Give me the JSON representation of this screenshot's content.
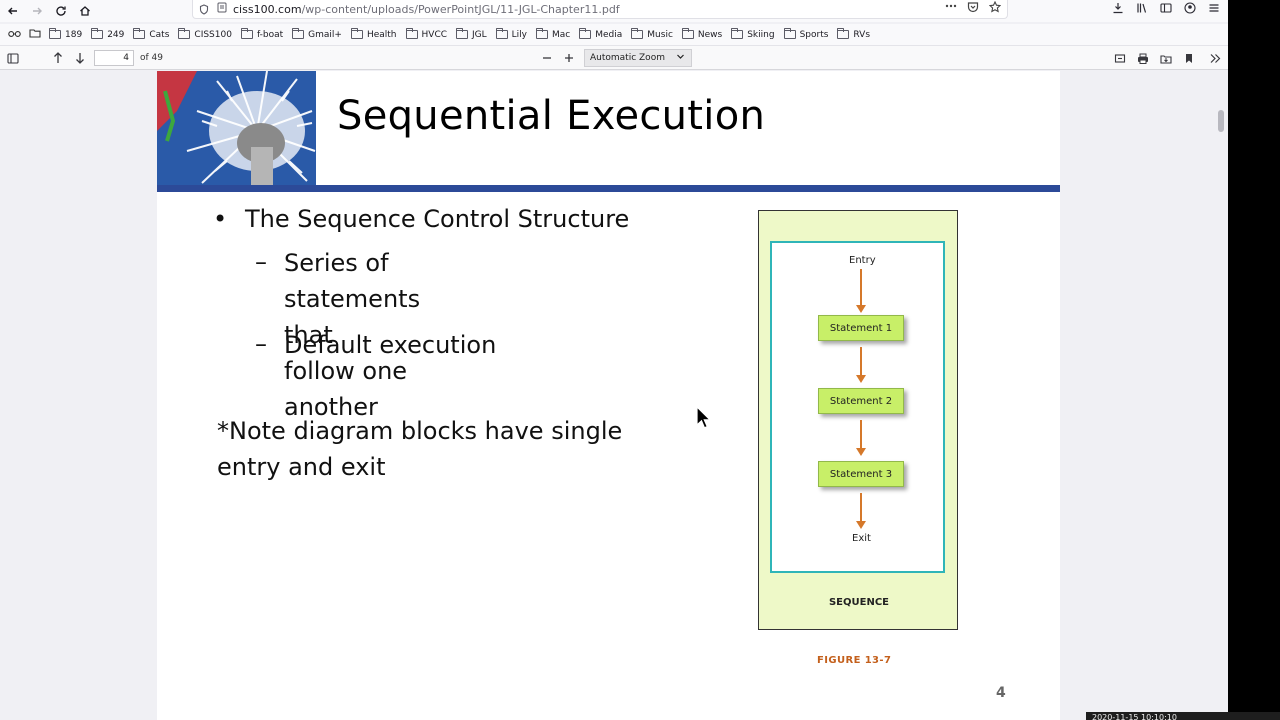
{
  "browser": {
    "url_host": "ciss100.com",
    "url_path": "/wp-content/uploads/PowerPointJGL/11-JGL-Chapter11.pdf",
    "bookmarks": [
      "189",
      "249",
      "Cats",
      "CISS100",
      "f-boat",
      "Gmail+",
      "Health",
      "HVCC",
      "JGL",
      "Lily",
      "Mac",
      "Media",
      "Music",
      "News",
      "Skiing",
      "Sports",
      "RVs"
    ]
  },
  "pdf_toolbar": {
    "page_current": "4",
    "page_total": "of 49",
    "zoom": "Automatic Zoom"
  },
  "slide": {
    "title": "Sequential Execution",
    "bullet": "The Sequence Control Structure",
    "sub_bullets": [
      "Series of statements that\nfollow one another",
      "Default execution"
    ],
    "bullet_glyph": "•",
    "dash_glyph": "–",
    "note": "*Note diagram blocks have single entry and exit",
    "slide_number": "4"
  },
  "figure": {
    "entry": "Entry",
    "statements": [
      "Statement 1",
      "Statement 2",
      "Statement 3"
    ],
    "exit": "Exit",
    "label": "SEQUENCE",
    "caption": "FIGURE 13-7"
  },
  "overlay": {
    "timestamp": "2020-11-15 10:10:10"
  }
}
